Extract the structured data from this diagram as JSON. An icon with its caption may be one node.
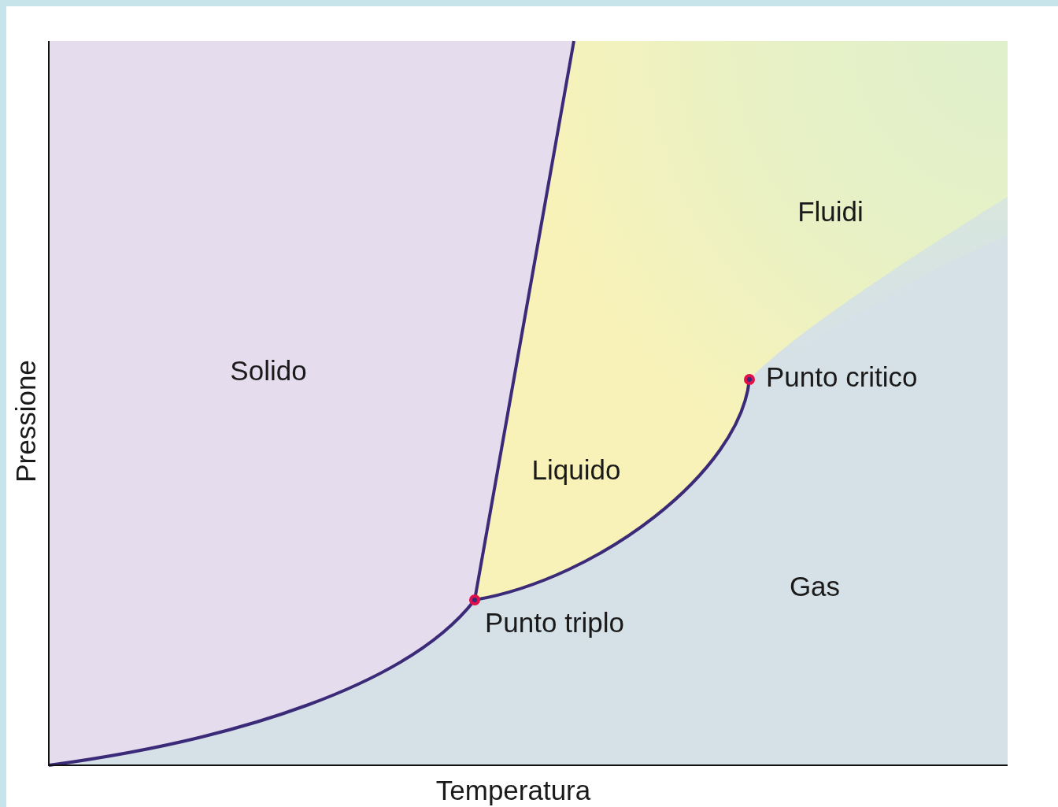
{
  "diagram": {
    "labels": [
      "Fluidi",
      "Solido",
      "Punto critico",
      "Liquido",
      "Gas",
      "Punto triplo",
      "Pressione",
      "Temperatura"
    ]
  }
}
